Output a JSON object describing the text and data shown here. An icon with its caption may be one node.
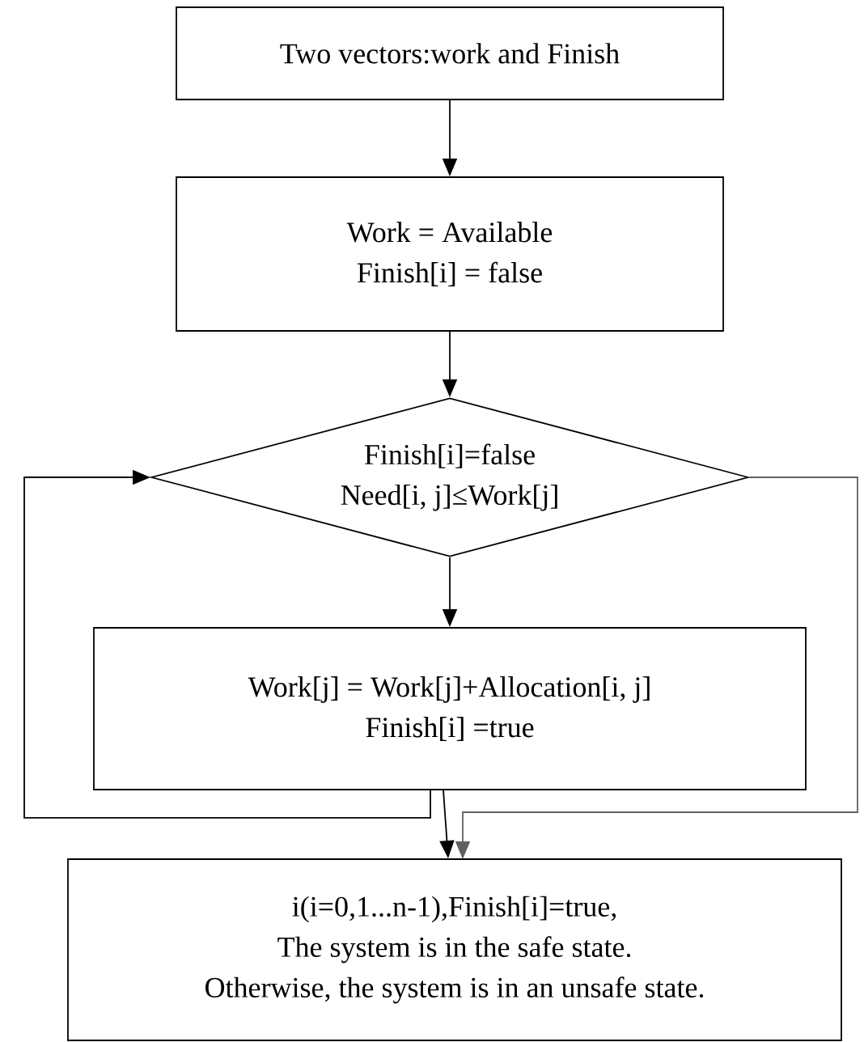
{
  "diagram": {
    "nodes": [
      {
        "text": [
          "Two vectors:work and Finish"
        ]
      },
      {
        "text": [
          "Work = Available",
          "Finish[i] = false"
        ]
      },
      {
        "text": [
          "Finish[i]=false",
          "Need[i, j]≤Work[j]"
        ]
      },
      {
        "text": [
          "Work[j] = Work[j]+Allocation[i, j]",
          "Finish[i] =true"
        ]
      },
      {
        "text": [
          "i(i=0,1...n-1),Finish[i]=true,",
          "The system is in the safe state.",
          "Otherwise, the system is in an unsafe state."
        ]
      }
    ],
    "edges": [
      {
        "from": 0,
        "to": 1,
        "arrow": "to"
      },
      {
        "from": 1,
        "to": 2,
        "arrow": "to"
      },
      {
        "from": 2,
        "to": 3,
        "arrow": "to"
      },
      {
        "from": 3,
        "to": 2,
        "arrow": "to"
      },
      {
        "from": 3,
        "to": 4,
        "arrow": "to"
      },
      {
        "from": 2,
        "to": 4,
        "arrow": "to",
        "color": "#606060"
      }
    ]
  }
}
